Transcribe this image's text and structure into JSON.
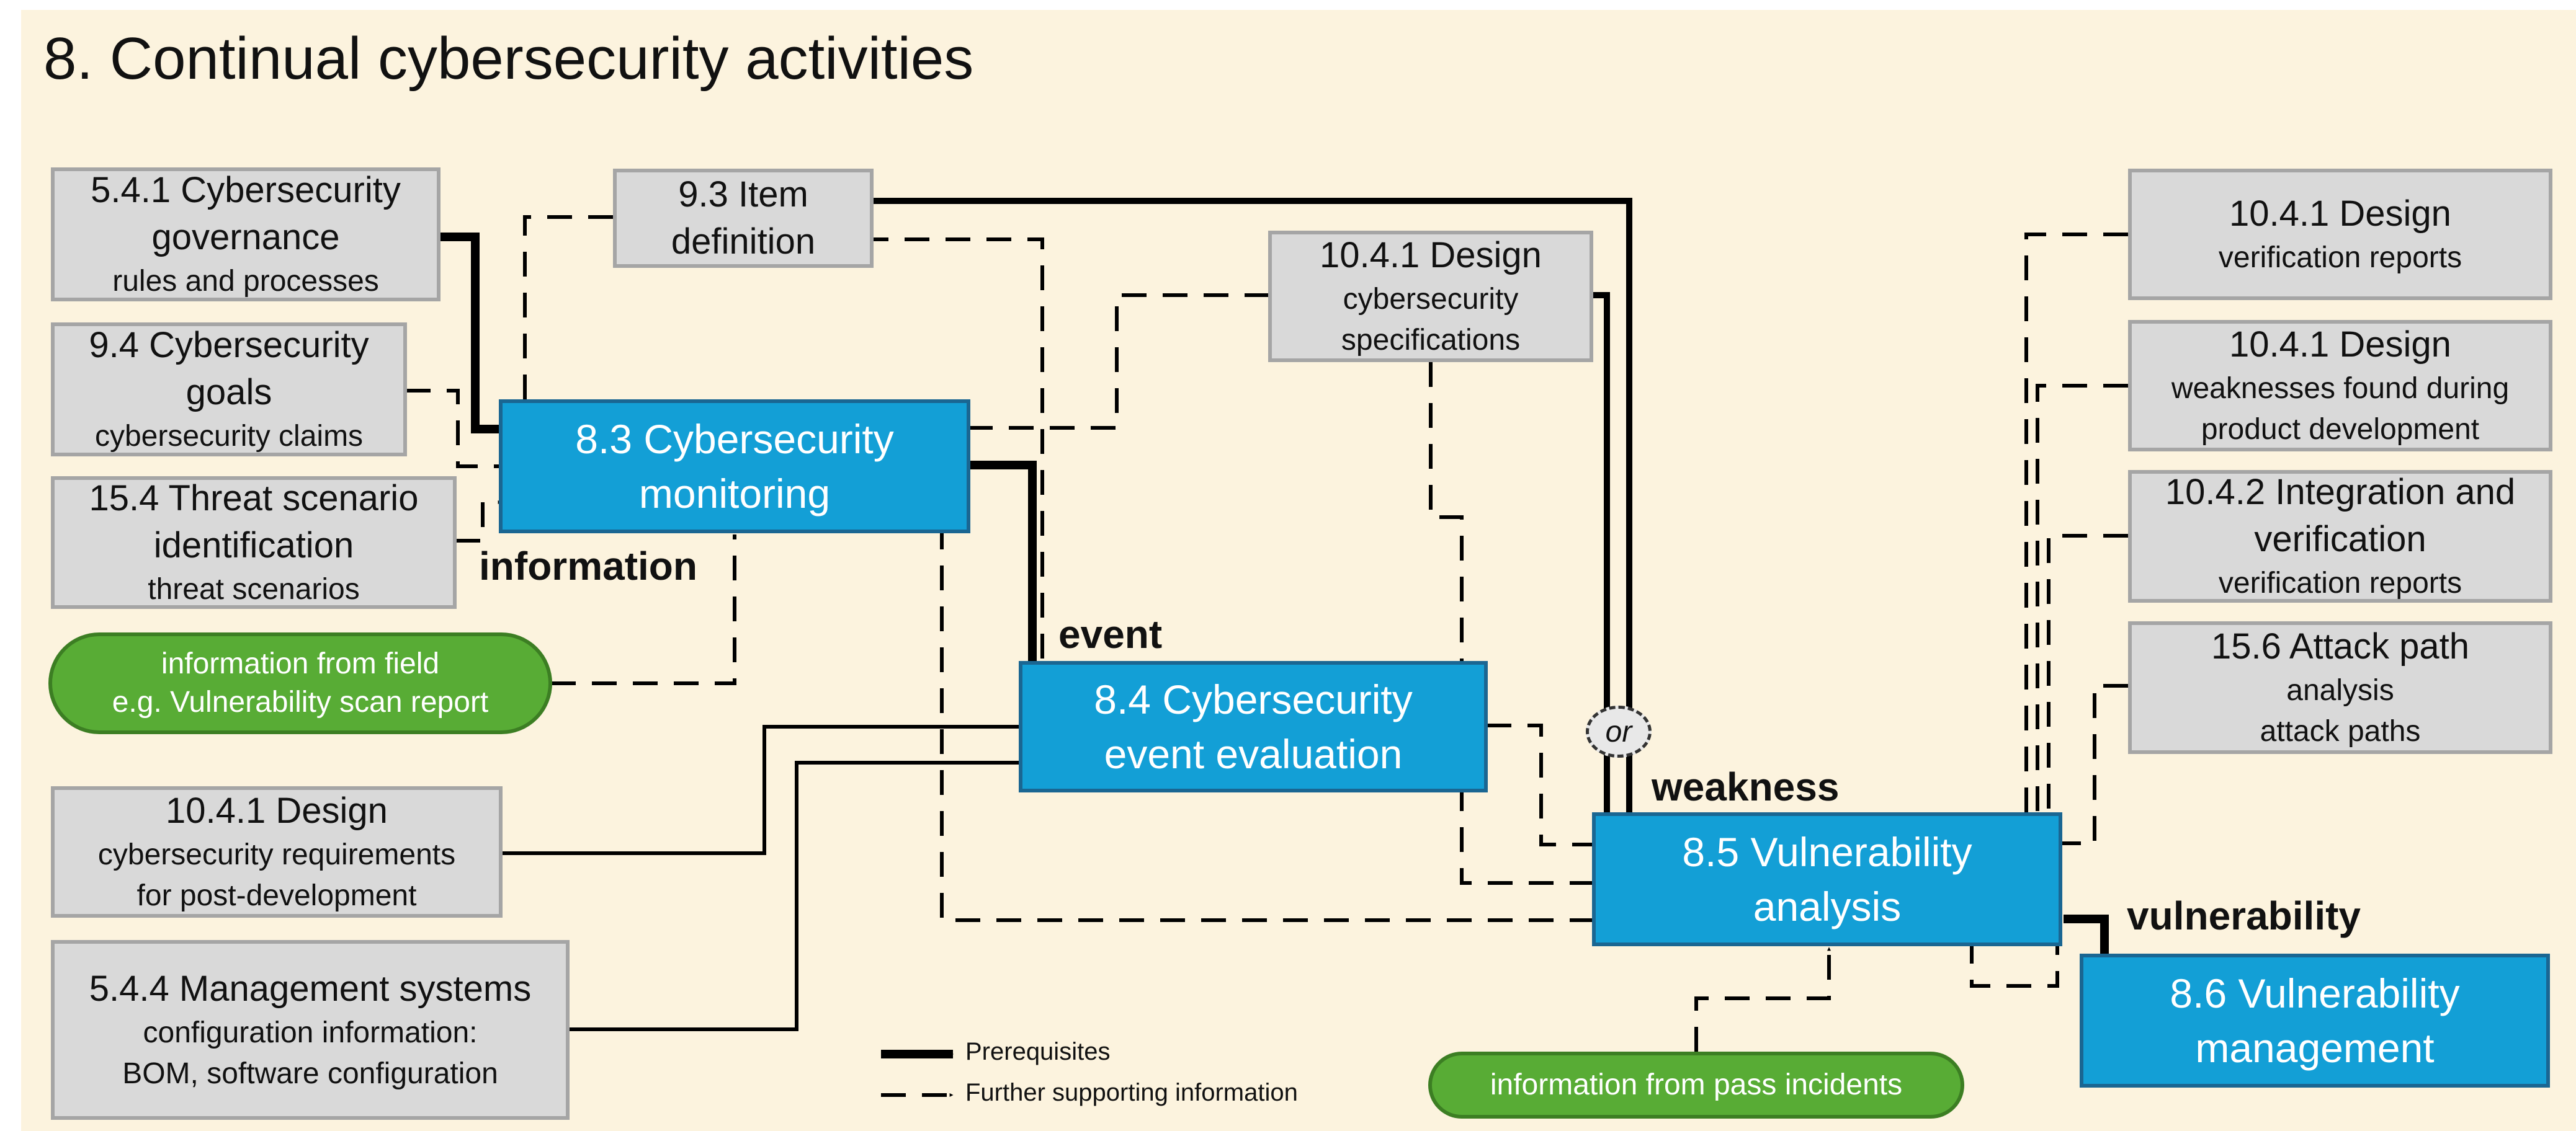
{
  "title": "8. Continual cybersecurity activities",
  "inputs_left": {
    "gov": {
      "main": [
        "5.4.1 Cybersecurity",
        "governance"
      ],
      "sub": "rules and processes"
    },
    "goals": {
      "main": [
        "9.4 Cybersecurity",
        "goals"
      ],
      "sub": "cybersecurity claims"
    },
    "threat": {
      "main": [
        "15.4 Threat scenario",
        "identification"
      ],
      "sub": "threat scenarios"
    },
    "item": {
      "main": [
        "9.3 Item",
        "definition"
      ]
    },
    "spec": {
      "main": [
        "10.4.1 Design"
      ],
      "sub": [
        "cybersecurity",
        "specifications"
      ]
    },
    "req": {
      "main": [
        "10.4.1 Design"
      ],
      "sub": [
        "cybersecurity requirements",
        "for post-development"
      ]
    },
    "mgmt": {
      "main": [
        "5.4.4 Management systems"
      ],
      "sub": [
        "configuration information:",
        "BOM, software configuration"
      ]
    }
  },
  "inputs_right": {
    "verif": {
      "main": [
        "10.4.1 Design"
      ],
      "sub": [
        "verification reports"
      ]
    },
    "weak": {
      "main": [
        "10.4.1 Design"
      ],
      "sub": [
        "weaknesses found during",
        "product development"
      ]
    },
    "integ": {
      "main": [
        "10.4.2 Integration and",
        "verification"
      ],
      "sub": [
        "verification reports"
      ]
    },
    "attack": {
      "main": [
        "15.6 Attack path"
      ],
      "sub": [
        "analysis",
        "attack paths"
      ]
    }
  },
  "activities": {
    "monitoring": [
      "8.3 Cybersecurity",
      "monitoring"
    ],
    "evaluation": [
      "8.4 Cybersecurity",
      "event evaluation"
    ],
    "analysis": [
      "8.5 Vulnerability",
      "analysis"
    ],
    "management": [
      "8.6 Vulnerability",
      "management"
    ]
  },
  "sources": {
    "field": [
      "information from field",
      "e.g. Vulnerability scan report"
    ],
    "incidents": "information from pass incidents"
  },
  "labels": {
    "information": "information",
    "event": "event",
    "weakness": "weakness",
    "vulnerability": "vulnerability",
    "or": "or"
  },
  "legend": {
    "prerequisites": "Prerequisites",
    "supporting": "Further supporting information"
  },
  "colors": {
    "background": "#fcf3de",
    "activity_fill": "#139fd6",
    "activity_border": "#1a6692",
    "input_fill": "#d9d9d9",
    "input_border": "#a5a5a5",
    "source_fill": "#58ac35"
  }
}
